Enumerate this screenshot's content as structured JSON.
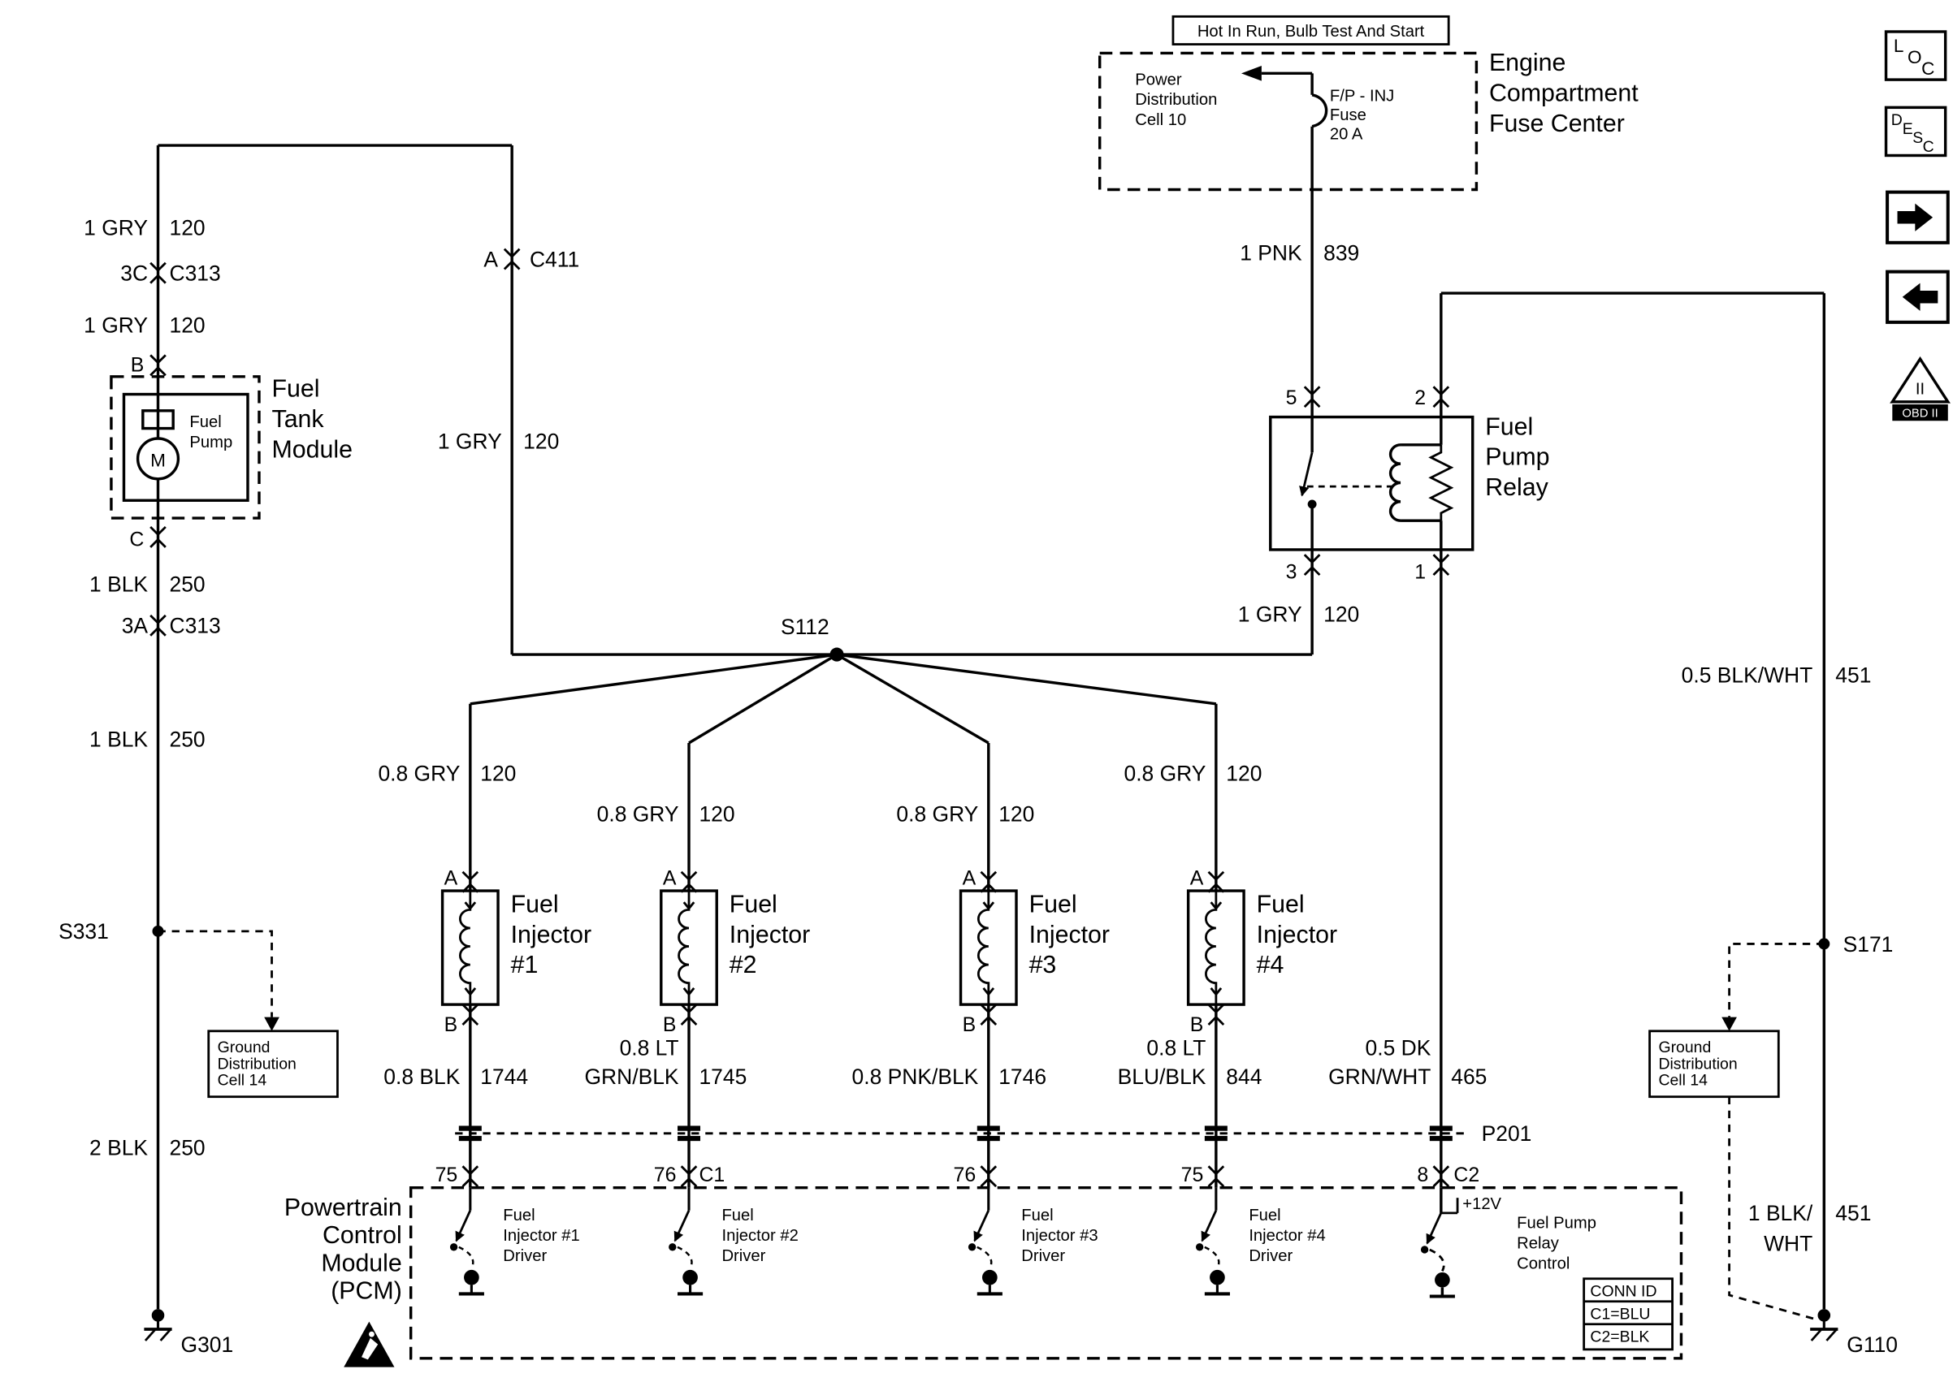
{
  "colors": {
    "line": "#000000",
    "background": "#ffffff"
  },
  "banner": "Hot In Run, Bulb Test And Start",
  "fuse_center": {
    "power": [
      "Power",
      "Distribution",
      "Cell 10"
    ],
    "fuse": [
      "F/P - INJ",
      "Fuse",
      "20 A"
    ],
    "title": [
      "Engine",
      "Compartment",
      "Fuse Center"
    ]
  },
  "icons": {
    "loc": [
      "L",
      "O",
      "C"
    ],
    "desc": [
      "D",
      "E",
      "S",
      "C"
    ],
    "obd": "II",
    "obd_label": "OBD II"
  },
  "relay": {
    "title": [
      "Fuel",
      "Pump",
      "Relay"
    ],
    "pins": {
      "p5": "5",
      "p2": "2",
      "p3": "3",
      "p1": "1"
    }
  },
  "tank": {
    "title": [
      "Fuel",
      "Tank",
      "Module"
    ],
    "pump": [
      "Fuel",
      "Pump"
    ],
    "motor": "M",
    "pin_b": "B",
    "pin_c": "C"
  },
  "wires": {
    "gry_top": {
      "name": "1 GRY",
      "num": "120"
    },
    "c313_top": {
      "pos": "3C",
      "id": "C313"
    },
    "gry_mid": {
      "name": "1 GRY",
      "num": "120"
    },
    "blk_1": {
      "name": "1 BLK",
      "num": "250"
    },
    "c313_bot": {
      "pos": "3A",
      "id": "C313"
    },
    "blk_2": {
      "name": "1 BLK",
      "num": "250"
    },
    "blk_3": {
      "name": "2 BLK",
      "num": "250"
    },
    "c411": {
      "pos": "A",
      "id": "C411"
    },
    "gry_c411": {
      "name": "1 GRY",
      "num": "120"
    },
    "pnk": {
      "name": "1 PNK",
      "num": "839"
    },
    "gry_relay": {
      "name": "1 GRY",
      "num": "120"
    },
    "blkwht": {
      "name": "0.5 BLK/WHT",
      "num": "451"
    },
    "blkwht2": {
      "name1": "1 BLK/",
      "name2": "WHT",
      "num": "451"
    },
    "dkgrnwht": {
      "name1": "0.5 DK",
      "name2": "GRN/WHT",
      "num": "465"
    }
  },
  "splices": {
    "s112": "S112",
    "s331": "S331",
    "s171": "S171",
    "p201": "P201",
    "g301": "G301",
    "g110": "G110"
  },
  "ground_box": [
    "Ground",
    "Distribution",
    "Cell 14"
  ],
  "injectors": [
    {
      "pin_a": "A",
      "pin_b": "B",
      "title": [
        "Fuel",
        "Injector",
        "#1"
      ],
      "top": {
        "name": "0.8 GRY",
        "num": "120"
      },
      "bot": {
        "name1": "0.8 BLK",
        "name2": "",
        "num": "1744"
      },
      "pcm_pin": "75",
      "pcm_conn": "",
      "driver": [
        "Fuel",
        "Injector #1",
        "Driver"
      ]
    },
    {
      "pin_a": "A",
      "pin_b": "B",
      "title": [
        "Fuel",
        "Injector",
        "#2"
      ],
      "top": {
        "name": "0.8 GRY",
        "num": "120"
      },
      "bot": {
        "name1": "0.8 LT",
        "name2": "GRN/BLK",
        "num": "1745"
      },
      "pcm_pin": "76",
      "pcm_conn": "C1",
      "driver": [
        "Fuel",
        "Injector #2",
        "Driver"
      ]
    },
    {
      "pin_a": "A",
      "pin_b": "B",
      "title": [
        "Fuel",
        "Injector",
        "#3"
      ],
      "top": {
        "name": "0.8 GRY",
        "num": "120"
      },
      "bot": {
        "name1": "0.8 PNK/BLK",
        "name2": "",
        "num": "1746"
      },
      "pcm_pin": "76",
      "pcm_conn": "",
      "driver": [
        "Fuel",
        "Injector #3",
        "Driver"
      ]
    },
    {
      "pin_a": "A",
      "pin_b": "B",
      "title": [
        "Fuel",
        "Injector",
        "#4"
      ],
      "top": {
        "name": "0.8 GRY",
        "num": "120"
      },
      "bot": {
        "name1": "0.8 LT",
        "name2": "BLU/BLK",
        "num": "844"
      },
      "pcm_pin": "75",
      "pcm_conn": "",
      "driver": [
        "Fuel",
        "Injector #4",
        "Driver"
      ]
    }
  ],
  "pcm": {
    "title": [
      "Powertrain",
      "Control",
      "Module",
      "(PCM)"
    ],
    "relay_pin": "8",
    "relay_conn": "C2",
    "v12": "+12V",
    "relay_ctl": [
      "Fuel Pump",
      "Relay",
      "Control"
    ],
    "conn_id": {
      "title": "CONN ID",
      "rows": [
        "C1=BLU",
        "C2=BLK"
      ]
    }
  }
}
